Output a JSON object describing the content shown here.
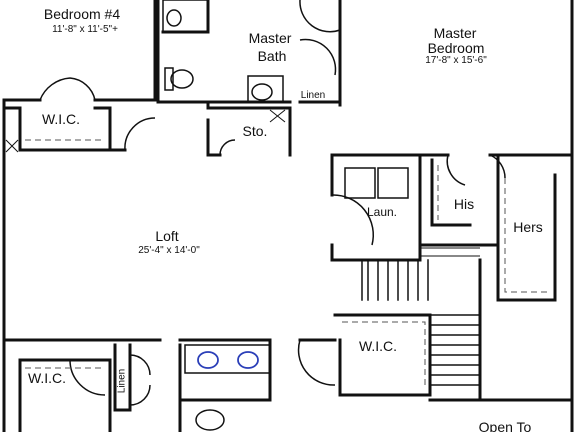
{
  "rooms": {
    "bedroom4": {
      "name": "Bedroom #4",
      "dims": "11'-8\" x 11'-5\"+"
    },
    "master_bath": {
      "name_line1": "Master",
      "name_line2": "Bath"
    },
    "master_bedroom": {
      "name_line1": "Master",
      "name_line2": "Bedroom",
      "dims": "17'-8\" x 15'-6\""
    },
    "wic_top": {
      "name": "W.I.C."
    },
    "storage": {
      "name": "Sto."
    },
    "linen_top": {
      "name": "Linen"
    },
    "laundry": {
      "name": "Laun."
    },
    "his_closet": {
      "name": "His"
    },
    "hers_closet": {
      "name": "Hers"
    },
    "loft": {
      "name": "Loft",
      "dims": "25'-4\" x 14'-0\""
    },
    "wic_right": {
      "name": "W.I.C."
    },
    "wic_left": {
      "name": "W.I.C."
    },
    "linen_bottom": {
      "name": "Linen"
    },
    "open_to": {
      "name": "Open To"
    }
  },
  "colors": {
    "wall": "#111111",
    "fixture_blue": "#2b3fb8",
    "dashed": "#555555"
  }
}
